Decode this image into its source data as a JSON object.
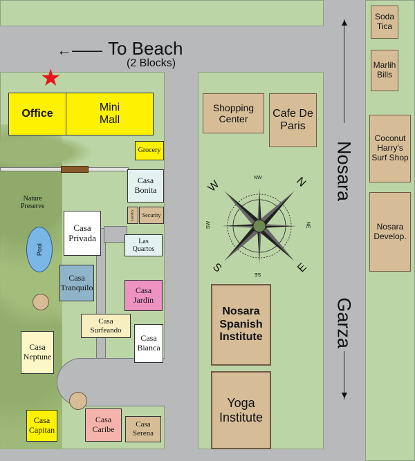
{
  "road_labels": {
    "to_beach": "To Beach",
    "blocks": "(2 Blocks)",
    "nosara": "Nosara",
    "garza": "Garza"
  },
  "left_block": {
    "office": "Office",
    "mini_mall": "Mini\nMall",
    "grocery": "Grocery",
    "nature_preserve": "Nature\nPreserve",
    "pool": "Pool",
    "casa_bonita": "Casa\nBonita",
    "laundry": "Laundry",
    "security": "Security",
    "casa_privada": "Casa\nPrivada",
    "las_quartos": "Las\nQuartos",
    "casa_tranquilo": "Casa\nTranquilo",
    "casa_jardin": "Casa\nJardin",
    "casa_surfeando": "Casa\nSurfeando",
    "casa_bianca": "Casa\nBianca",
    "casa_neptune": "Casa\nNeptune",
    "casa_capitan": "Casa\nCapitan",
    "casa_caribe": "Casa\nCaribe",
    "casa_serena": "Casa\nSerena"
  },
  "middle_block": {
    "shopping_center": "Shopping\nCenter",
    "cafe_de_paris": "Cafe De\nParis",
    "spanish_institute": "Nosara\nSpanish\nInstitute",
    "yoga_institute": "Yoga\nInstitute"
  },
  "compass": {
    "n": "N",
    "s": "S",
    "e": "E",
    "w": "W",
    "nw": "NW",
    "ne": "NE",
    "sw": "SW",
    "se": "SE"
  },
  "right_block": {
    "soda_tica": "Soda\nTica",
    "marlih_bills": "Marlih\nBills",
    "coconut_harrys": "Coconut\nHarry's\nSurf Shop",
    "nosara_develop": "Nosara\nDevelop."
  },
  "colors": {
    "road": "#b7b9ba",
    "grass": "#bcd5a6",
    "tan_building": "#d6bd98",
    "office_yellow": "#fff200",
    "marker_star": "#e8141b"
  }
}
